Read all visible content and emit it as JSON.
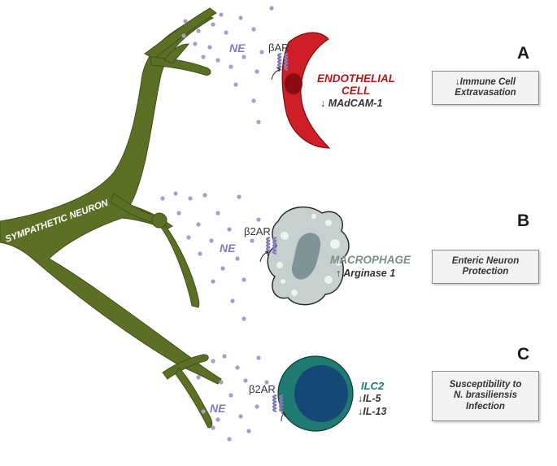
{
  "colors": {
    "neuron": "#5c7025",
    "neuron_edge": "#3f4f17",
    "vesicle": "#a89ccc",
    "receptor": "#8479b7",
    "endothelial": "#cf1f26",
    "endothelial_nucleus": "#8b0c12",
    "macrophage": "#c5d0cf",
    "macrophage_nucleus": "#7e9497",
    "ilc2": "#1f7b72",
    "ilc2_nucleus": "#154877",
    "ilc2_label": "#1f7b72",
    "endothelial_label": "#b2191f",
    "macrophage_label": "#7a8c8e"
  },
  "neuron": {
    "label": "SYMPATHETIC NEURON"
  },
  "panels": [
    {
      "letter": "A",
      "transmitter": "NE",
      "receptor": "βAR",
      "cell_name_line1": "ENDOTHELIAL",
      "cell_name_line2": "CELL",
      "marker_arrow": "↓",
      "marker": "MAdCAM-1",
      "outcome_arrow": "↓",
      "outcome_line1": "Immune Cell",
      "outcome_line2": "Extravasation"
    },
    {
      "letter": "B",
      "transmitter": "NE",
      "receptor": "β2AR",
      "cell_name": "MACROPHAGE",
      "marker_arrow": "↑",
      "marker": "Arginase 1",
      "outcome_line1": "Enteric Neuron",
      "outcome_line2": "Protection"
    },
    {
      "letter": "C",
      "transmitter": "NE",
      "receptor": "β2AR",
      "cell_name": "ILC2",
      "marker1_arrow": "↓",
      "marker1": "IL-5",
      "marker2_arrow": "↓",
      "marker2": "IL-13",
      "outcome_line1": "Susceptibility to",
      "outcome_line2": "N. brasiliensis",
      "outcome_line3": "Infection"
    }
  ]
}
